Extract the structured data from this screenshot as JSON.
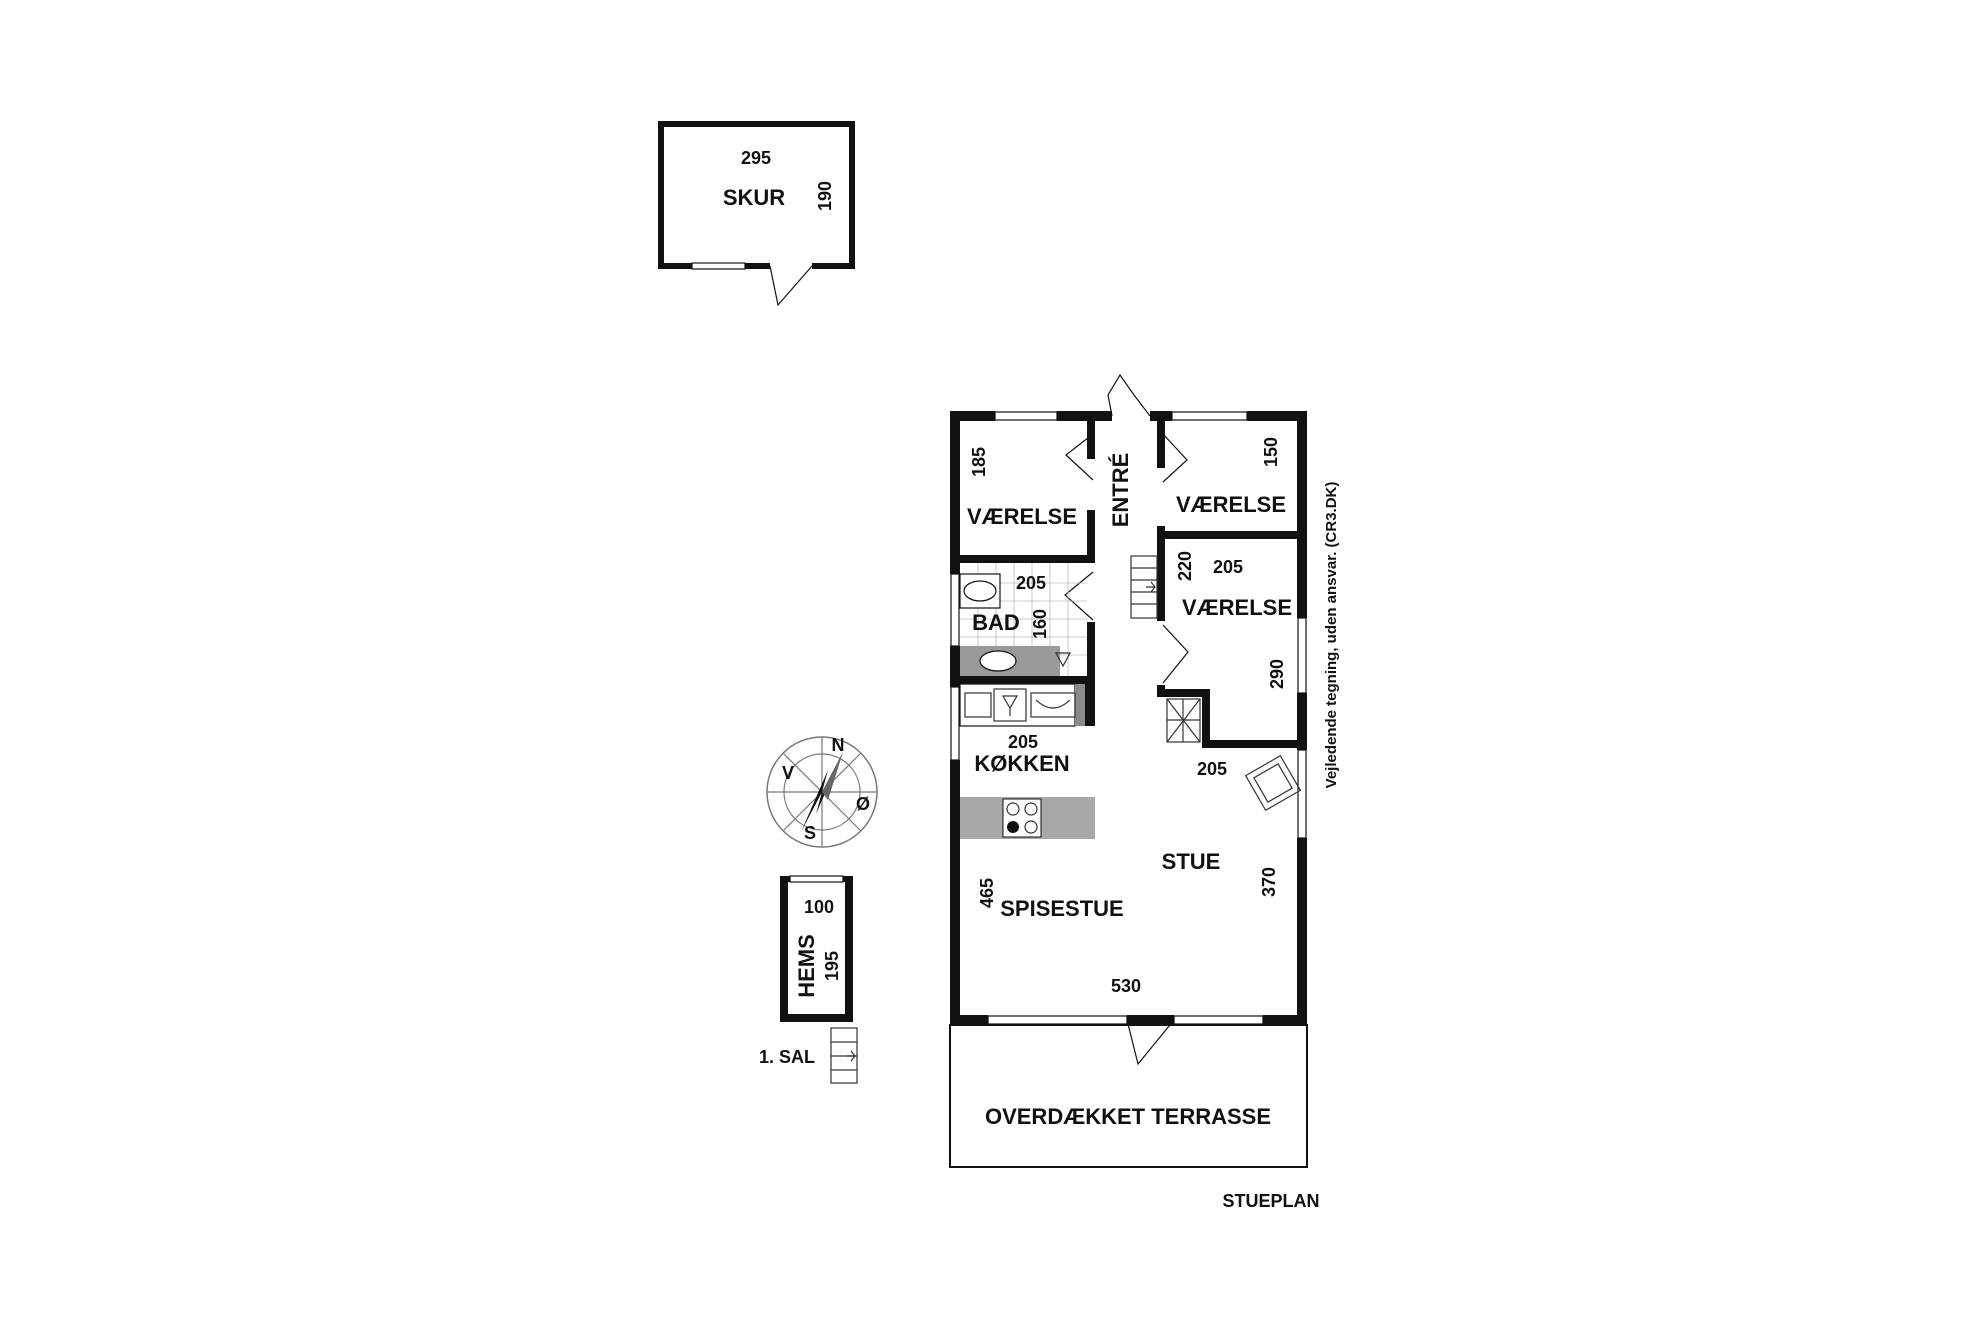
{
  "rooms": {
    "skur": "SKUR",
    "vaerelse_1": "VÆRELSE",
    "entre": "ENTRÉ",
    "vaerelse_2": "VÆRELSE",
    "vaerelse_3": "VÆRELSE",
    "bad": "BAD",
    "koekken": "KØKKEN",
    "stue": "STUE",
    "spisestue": "SPISESTUE",
    "terrasse": "OVERDÆKKET TERRASSE",
    "hems": "HEMS"
  },
  "dimensions": {
    "skur_w": "295",
    "skur_h": "190",
    "vaerelse_1": "185",
    "vaerelse_2": "150",
    "vaerelse_3_a": "220",
    "vaerelse_3_b": "205",
    "vaerelse_3_c": "290",
    "bad_w": "205",
    "bad_h": "160",
    "koekken": "205",
    "stue_w": "205",
    "stue_h": "370",
    "spisestue_h": "465",
    "house_w": "530",
    "hems_w": "100",
    "hems_h": "195"
  },
  "compass": {
    "n": "N",
    "v": "V",
    "s": "S",
    "o": "Ø"
  },
  "floor_labels": {
    "first_floor": "1. SAL",
    "ground_floor": "STUEPLAN"
  },
  "disclaimer": "Vejledende tegning, uden ansvar. (CR3.DK)"
}
